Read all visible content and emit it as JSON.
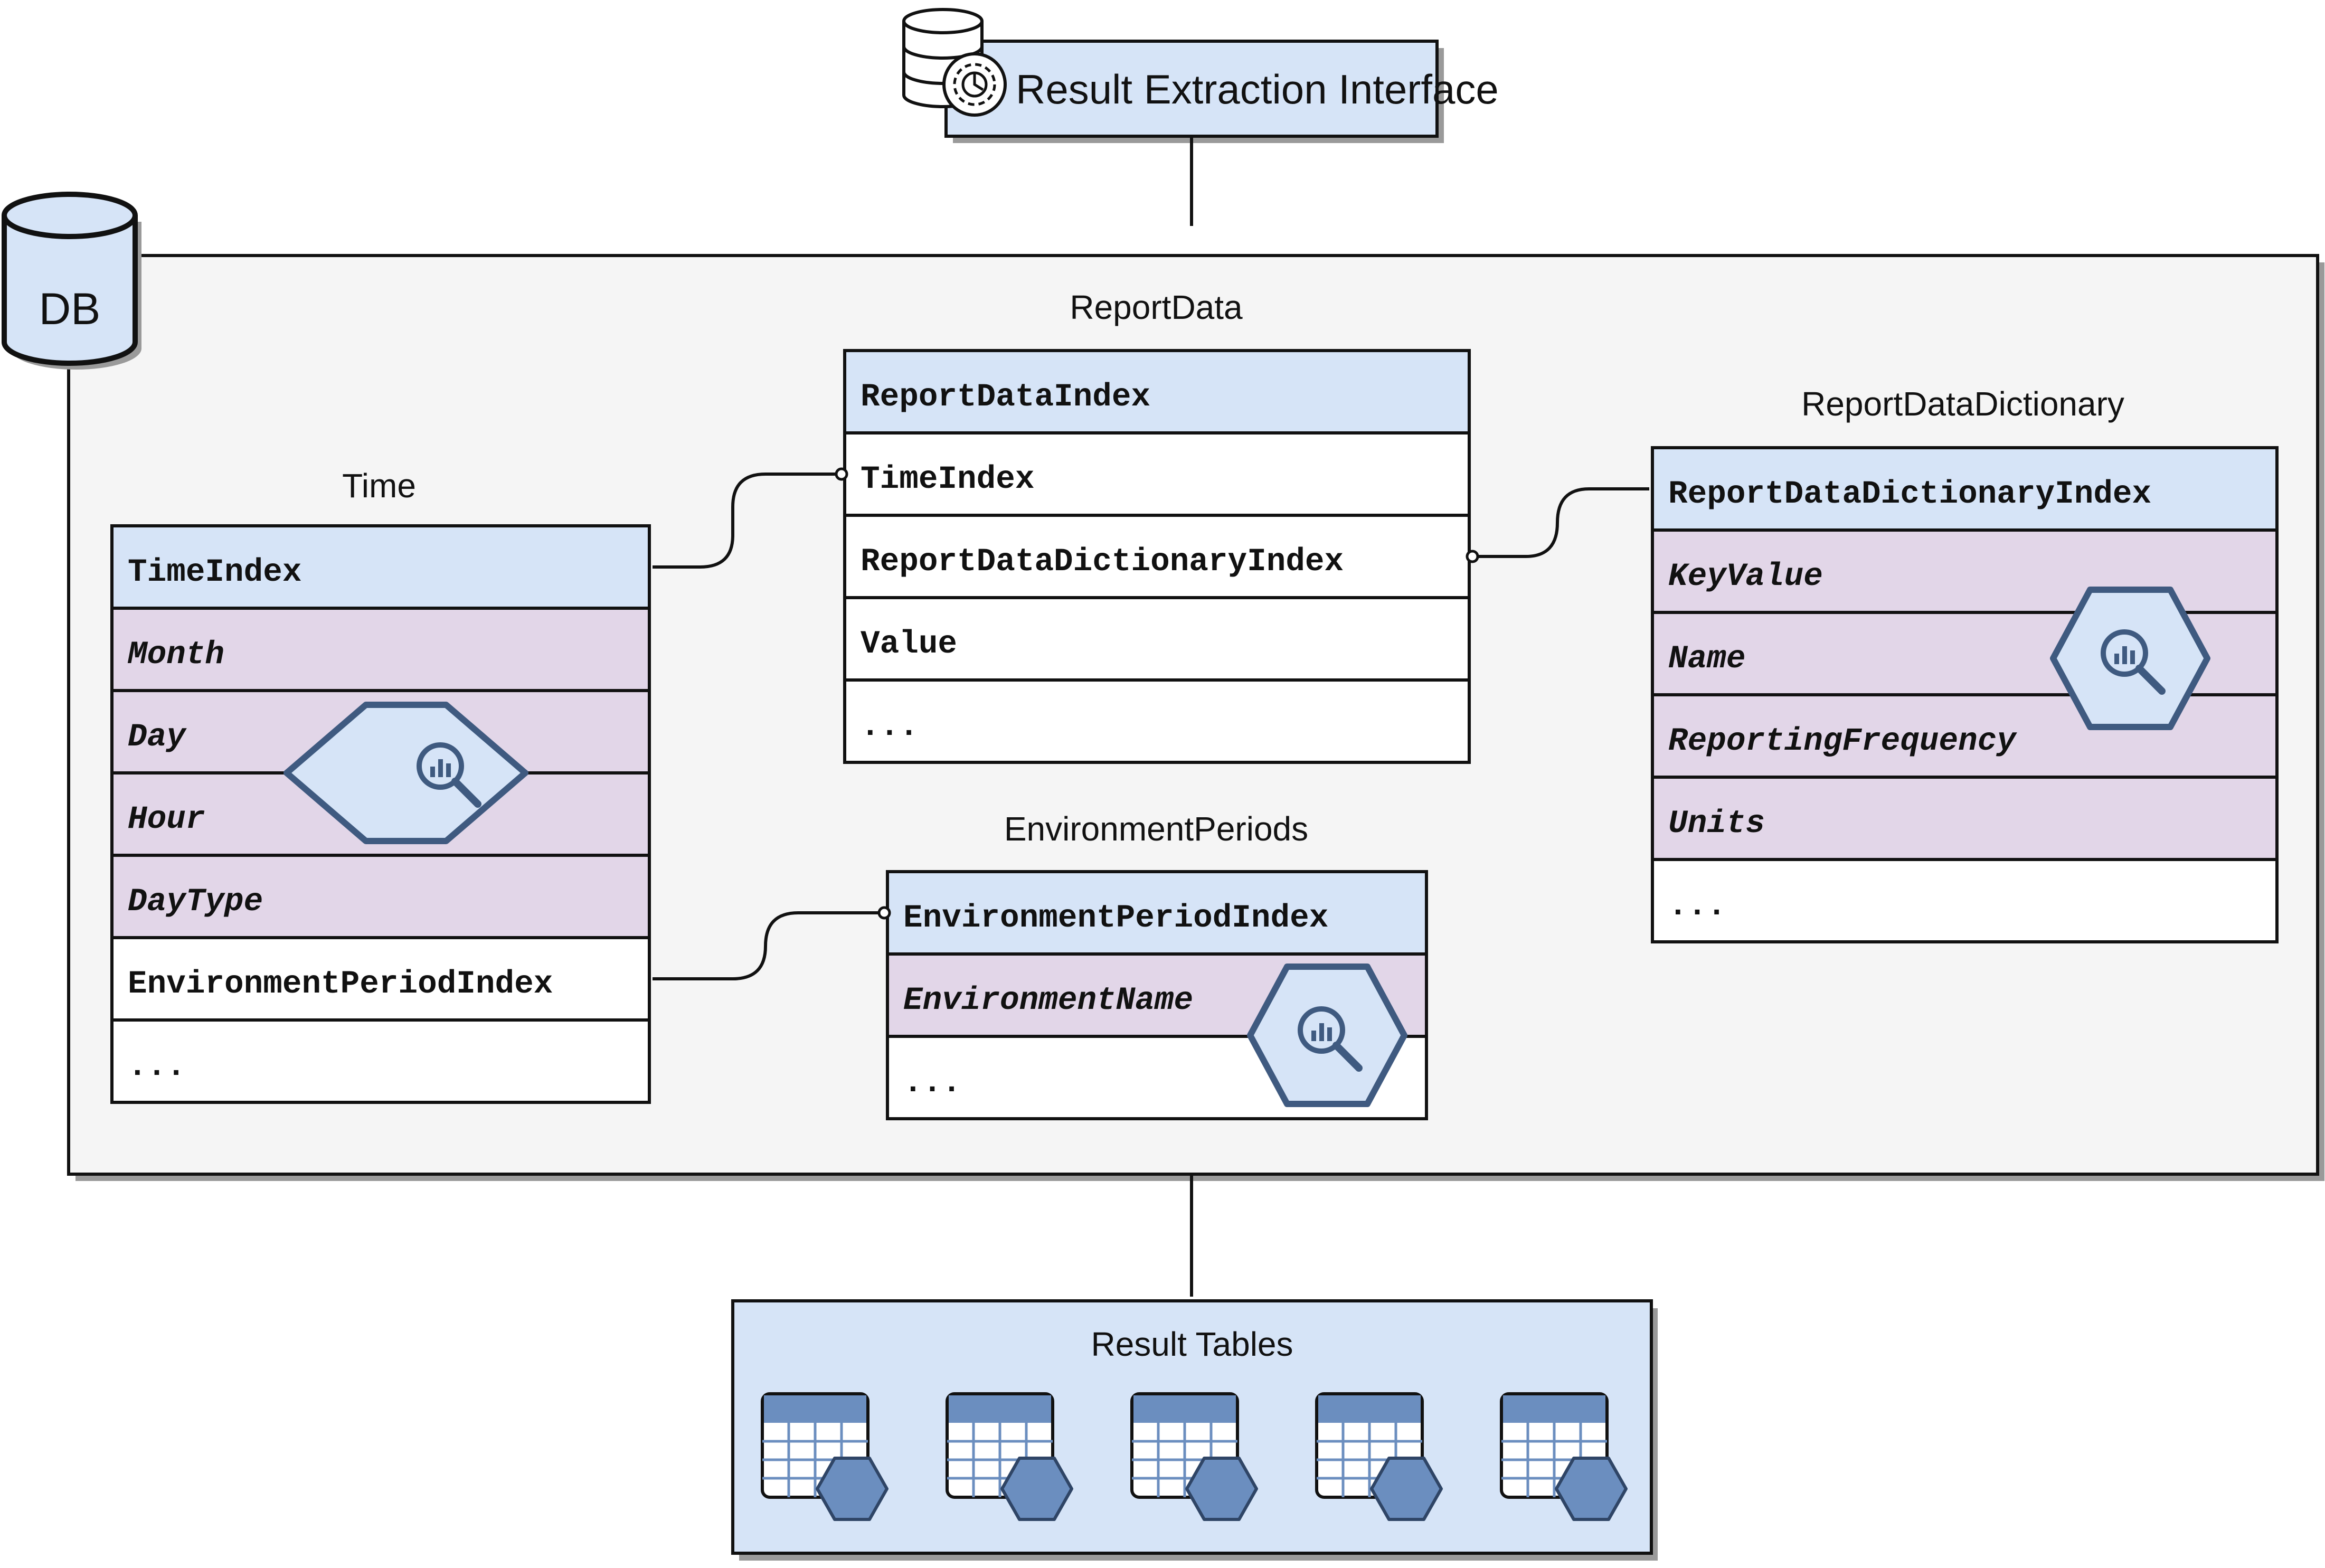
{
  "header": {
    "title": "Result Extraction Interface",
    "icon": "database-gear-icon"
  },
  "db": {
    "label": "DB"
  },
  "tables": {
    "time": {
      "title": "Time",
      "fields": [
        "TimeIndex",
        "Month",
        "Day",
        "Hour",
        "DayType",
        "EnvironmentPeriodIndex",
        "..."
      ],
      "index_icon": "analytics-search-icon"
    },
    "report_data": {
      "title": "ReportData",
      "fields": [
        "ReportDataIndex",
        "TimeIndex",
        "ReportDataDictionaryIndex",
        "Value",
        "..."
      ]
    },
    "report_data_dictionary": {
      "title": "ReportDataDictionary",
      "fields": [
        "ReportDataDictionaryIndex",
        "KeyValue",
        "Name",
        "ReportingFrequency",
        "Units",
        "..."
      ],
      "index_icon": "analytics-search-icon"
    },
    "environment_periods": {
      "title": "EnvironmentPeriods",
      "fields": [
        "EnvironmentPeriodIndex",
        "EnvironmentName",
        "..."
      ],
      "index_icon": "analytics-search-icon"
    }
  },
  "results": {
    "title": "Result Tables",
    "table_icon": "table-hexagon-icon",
    "table_count": 5
  },
  "colors": {
    "key_fill": "#d6e4f7",
    "indexed_fill": "#e2d6e8",
    "plain_fill": "#ffffff",
    "container_fill": "#f5f5f5",
    "hex_fill": "#6b8ebf",
    "hex_stroke": "#3f5a80",
    "outline": "#111111"
  }
}
